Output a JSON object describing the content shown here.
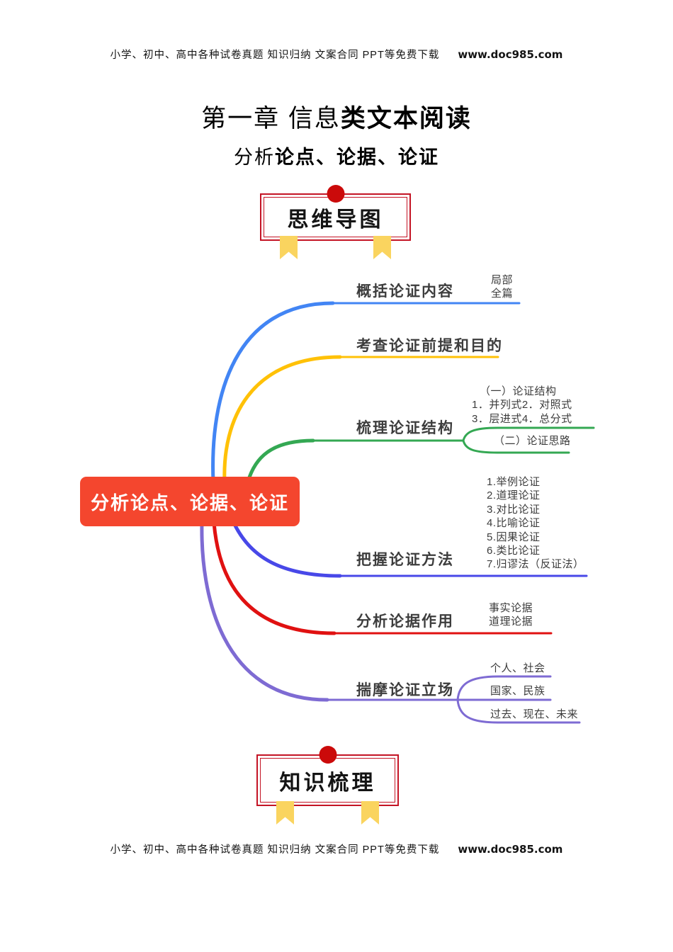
{
  "header": {
    "text": "小学、初中、高中各种试卷真题 知识归纳 文案合同 PPT等免费下载",
    "site": "www.doc985.com"
  },
  "footer": {
    "text": "小学、初中、高中各种试卷真题 知识归纳 文案合同 PPT等免费下载",
    "site": "www.doc985.com"
  },
  "title": {
    "prefix": "第一章 信息",
    "emphasis": "类文本阅读"
  },
  "subtitle": {
    "prefix": "分析",
    "emphasis": "论点、论据、论证"
  },
  "section_badges": {
    "mindmap": "思维导图",
    "knowledge": "知识梳理"
  },
  "colors": {
    "badge_border": "#C41425",
    "badge_dot": "#CB0A0A",
    "ribbon_yellow": "#FAD45F",
    "center_node_bg": "#F4462E",
    "center_node_text": "#FFFFFF"
  },
  "mindmap": {
    "center_label": "分析论点、论据、论证",
    "branches": [
      {
        "label": "概括论证内容",
        "color": "#4285F4",
        "children": [
          "局部",
          "全篇"
        ]
      },
      {
        "label": "考查论证前提和目的",
        "color": "#FFC107",
        "children": []
      },
      {
        "label": "梳理论证结构",
        "color": "#34A853",
        "groups": [
          {
            "lines": [
              "（一）论证结构",
              "1．并列式2．对照式",
              "3．层进式4．总分式"
            ]
          },
          {
            "lines": [
              "（二）论证思路"
            ]
          }
        ]
      },
      {
        "label": "把握论证方法",
        "color": "#4848E8",
        "children": [
          "1.举例论证",
          "2.道理论证",
          "3.对比论证",
          "4.比喻论证",
          "5.因果论证",
          "6.类比论证",
          "7.归谬法（反证法）"
        ]
      },
      {
        "label": "分析论据作用",
        "color": "#E01111",
        "children": [
          "事实论据",
          "道理论据"
        ]
      },
      {
        "label": "揣摩论证立场",
        "color": "#7E6BD3",
        "children": [
          "个人、社会",
          "国家、民族",
          "过去、现在、未来"
        ]
      }
    ]
  }
}
